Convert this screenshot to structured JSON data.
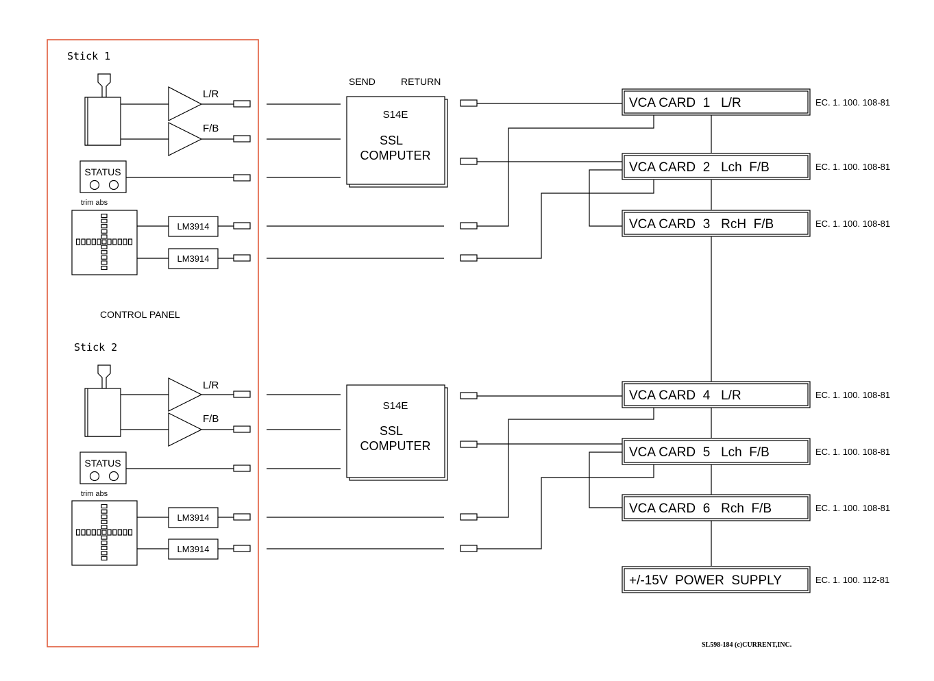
{
  "panel": {
    "stick1_label": "Stick 1",
    "stick2_label": "Stick 2",
    "control_panel_label": "CONTROL PANEL",
    "status_label": "STATUS",
    "trim_abs_label": "trim abs",
    "lr_label": "L/R",
    "fb_label": "F/B",
    "driver_label": "LM3914",
    "panel_border_color": "#e05a3a"
  },
  "computer": {
    "send_label": "SEND",
    "return_label": "RETURN",
    "model_label": "S14E",
    "ssl_label": "SSL",
    "computer_label": "COMPUTER"
  },
  "cards": [
    {
      "label": "VCA CARD  1   L/R",
      "part": "EC. 1. 100. 108-81"
    },
    {
      "label": "VCA CARD  2   Lch  F/B",
      "part": "EC. 1. 100. 108-81"
    },
    {
      "label": "VCA CARD  3   RcH  F/B",
      "part": "EC. 1. 100. 108-81"
    },
    {
      "label": "VCA CARD  4   L/R",
      "part": "EC. 1. 100. 108-81"
    },
    {
      "label": "VCA CARD  5   Lch  F/B",
      "part": "EC. 1. 100. 108-81"
    },
    {
      "label": "VCA CARD  6   Rch  F/B",
      "part": "EC. 1. 100. 108-81"
    }
  ],
  "power_supply": {
    "label": "+/-15V  POWER  SUPPLY",
    "part": "EC. 1. 100. 112-81"
  },
  "footer": {
    "credit": "SL598-184 (c)CURRENT,INC."
  }
}
